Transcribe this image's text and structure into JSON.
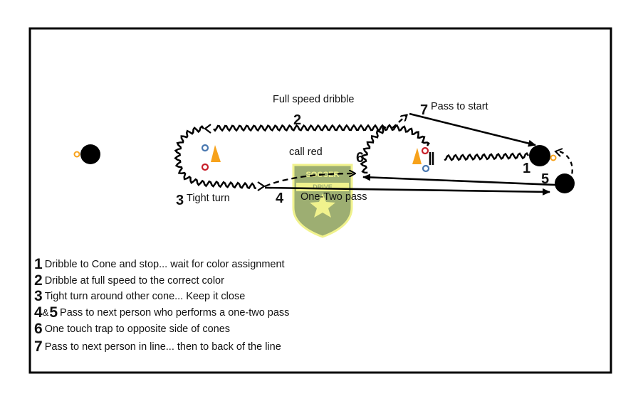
{
  "labels": {
    "full_speed": "Full speed dribble",
    "pass_to_start": "Pass to start",
    "call_red": "call red",
    "tight_turn": "Tight turn",
    "one_two": "One-Two pass"
  },
  "numbers": {
    "n1": "1",
    "n2": "2",
    "n3": "3",
    "n4": "4",
    "n5": "5",
    "n6": "6",
    "n7": "7"
  },
  "logo": {
    "top_text": "SOCCER",
    "band_text": "DRIVE"
  },
  "steps": [
    {
      "num": "1",
      "text": "Dribble to Cone and stop... wait for color assignment"
    },
    {
      "num": "2",
      "text": "Dribble at full speed to the correct color"
    },
    {
      "num": "3",
      "text": "Tight turn around other cone... Keep it close"
    },
    {
      "num": "4",
      "amp": "&",
      "num2": "5",
      "text": "Pass to next person who performs a one-two pass"
    },
    {
      "num": "6",
      "text": "One touch trap to opposite side of cones"
    },
    {
      "num": "7",
      "text": "Pass to next person in line... then to back of the line"
    }
  ],
  "colors": {
    "cone": "#f7a21b",
    "red_marker": "#c8202a",
    "blue_marker": "#4a78b0",
    "logo_green": "#8da05a",
    "logo_yellow": "#eef07a"
  }
}
